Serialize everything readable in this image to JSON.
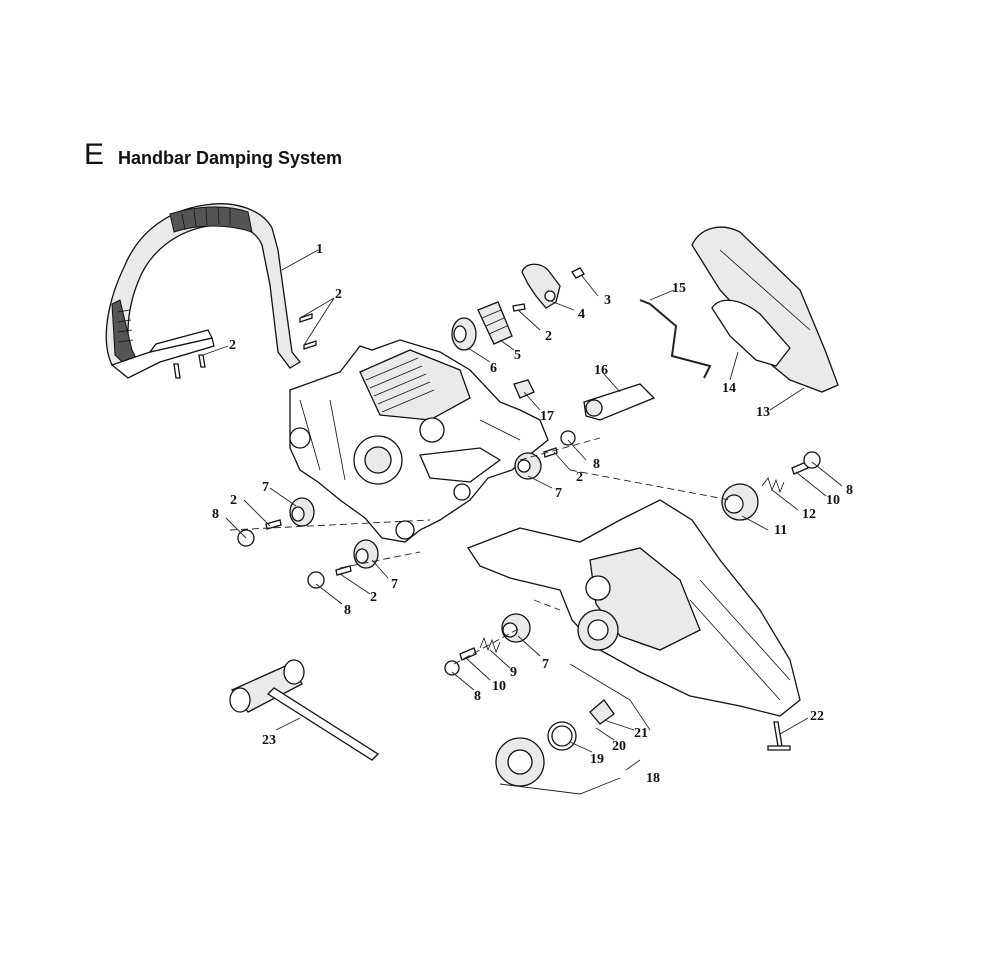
{
  "header": {
    "section_letter": "E",
    "section_title": "Handbar Damping System"
  },
  "callouts": [
    {
      "id": "c1",
      "text": "1"
    },
    {
      "id": "c2a",
      "text": "2"
    },
    {
      "id": "c2b",
      "text": "2"
    },
    {
      "id": "c3",
      "text": "3"
    },
    {
      "id": "c4",
      "text": "4"
    },
    {
      "id": "c2c",
      "text": "2"
    },
    {
      "id": "c5",
      "text": "5"
    },
    {
      "id": "c6",
      "text": "6"
    },
    {
      "id": "c15",
      "text": "15"
    },
    {
      "id": "c16",
      "text": "16"
    },
    {
      "id": "c14",
      "text": "14"
    },
    {
      "id": "c13",
      "text": "13"
    },
    {
      "id": "c17",
      "text": "17"
    },
    {
      "id": "c8a",
      "text": "8"
    },
    {
      "id": "c2d",
      "text": "2"
    },
    {
      "id": "c7a",
      "text": "7"
    },
    {
      "id": "c8b",
      "text": "8"
    },
    {
      "id": "c10a",
      "text": "10"
    },
    {
      "id": "c12",
      "text": "12"
    },
    {
      "id": "c11",
      "text": "11"
    },
    {
      "id": "c7b",
      "text": "7"
    },
    {
      "id": "c2e",
      "text": "2"
    },
    {
      "id": "c8c",
      "text": "8"
    },
    {
      "id": "c7c",
      "text": "7"
    },
    {
      "id": "c2f",
      "text": "2"
    },
    {
      "id": "c8d",
      "text": "8"
    },
    {
      "id": "c7d",
      "text": "7"
    },
    {
      "id": "c9",
      "text": "9"
    },
    {
      "id": "c10b",
      "text": "10"
    },
    {
      "id": "c8e",
      "text": "8"
    },
    {
      "id": "c22",
      "text": "22"
    },
    {
      "id": "c21",
      "text": "21"
    },
    {
      "id": "c20",
      "text": "20"
    },
    {
      "id": "c19",
      "text": "19"
    },
    {
      "id": "c18",
      "text": "18"
    },
    {
      "id": "c23",
      "text": "23"
    }
  ]
}
